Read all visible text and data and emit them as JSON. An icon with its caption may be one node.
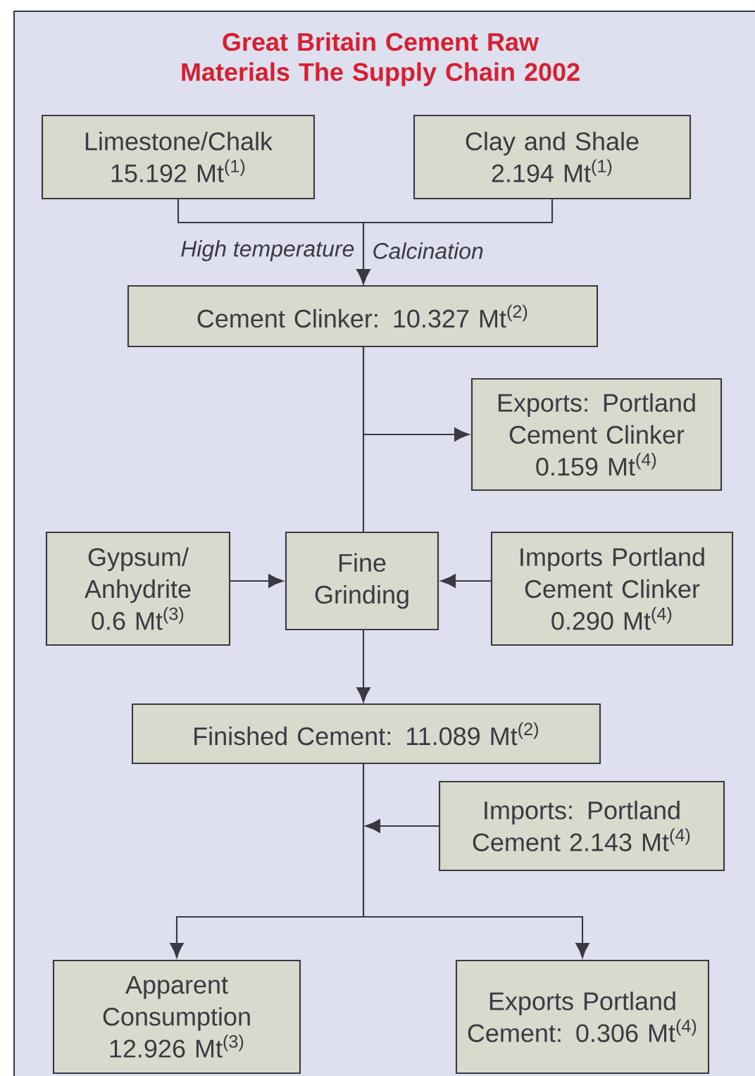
{
  "diagram": {
    "title": "Great Britain Cement Raw Materials The Supply Chain 2002",
    "nodes": [
      {
        "text": [
          "Limestone/Chalk 15.192 Mt$^{(1)}$"
        ]
      },
      {
        "text": [
          "Clay and Shale 2.194 Mt$^{(1)}$"
        ]
      },
      {
        "text": [
          "Cement Clinker: 10.327 Mt$^{(2)}$"
        ]
      },
      {
        "text": [
          "Exports: Portland Cement Clinker 0.159 Mt$^{(4)}$"
        ]
      },
      {
        "text": [
          "Gypsum/ Anhydrite 0.6 Mt$^{(3)}$"
        ]
      },
      {
        "text": [
          "Fine Grinding"
        ]
      },
      {
        "text": [
          "Imports Portland Cement Clinker 0.290 Mt$^{(4)}$"
        ]
      },
      {
        "text": [
          "Finished Cement: 11.089 Mt$^{(2)}$"
        ]
      },
      {
        "text": [
          "Imports: Portland Cement 2.143 Mt$^{(4)}$"
        ]
      },
      {
        "text": [
          "Apparent Consumption 12.926 Mt$^{(3)}$"
        ]
      },
      {
        "text": [
          "Exports Portland Cement: 0.306 Mt$^{(4)}$"
        ]
      }
    ],
    "edges": [
      {
        "from": 0,
        "to": 2,
        "arrow": "to"
      },
      {
        "from": 1,
        "to": 2,
        "arrow": "to"
      },
      {
        "from": 2,
        "to": 5,
        "arrow": "none"
      },
      {
        "from": 2,
        "to": 3,
        "arrow": "to"
      },
      {
        "from": 4,
        "to": 5,
        "arrow": "to"
      },
      {
        "from": 6,
        "to": 5,
        "arrow": "to"
      },
      {
        "from": 5,
        "to": 7,
        "arrow": "to"
      },
      {
        "from": 8,
        "to": null,
        "arrow": "to"
      },
      {
        "from": 7,
        "to": 9,
        "arrow": "to"
      },
      {
        "from": 7,
        "to": 10,
        "arrow": "to"
      }
    ],
    "labels": [
      "High temperature",
      "Calcination"
    ]
  }
}
